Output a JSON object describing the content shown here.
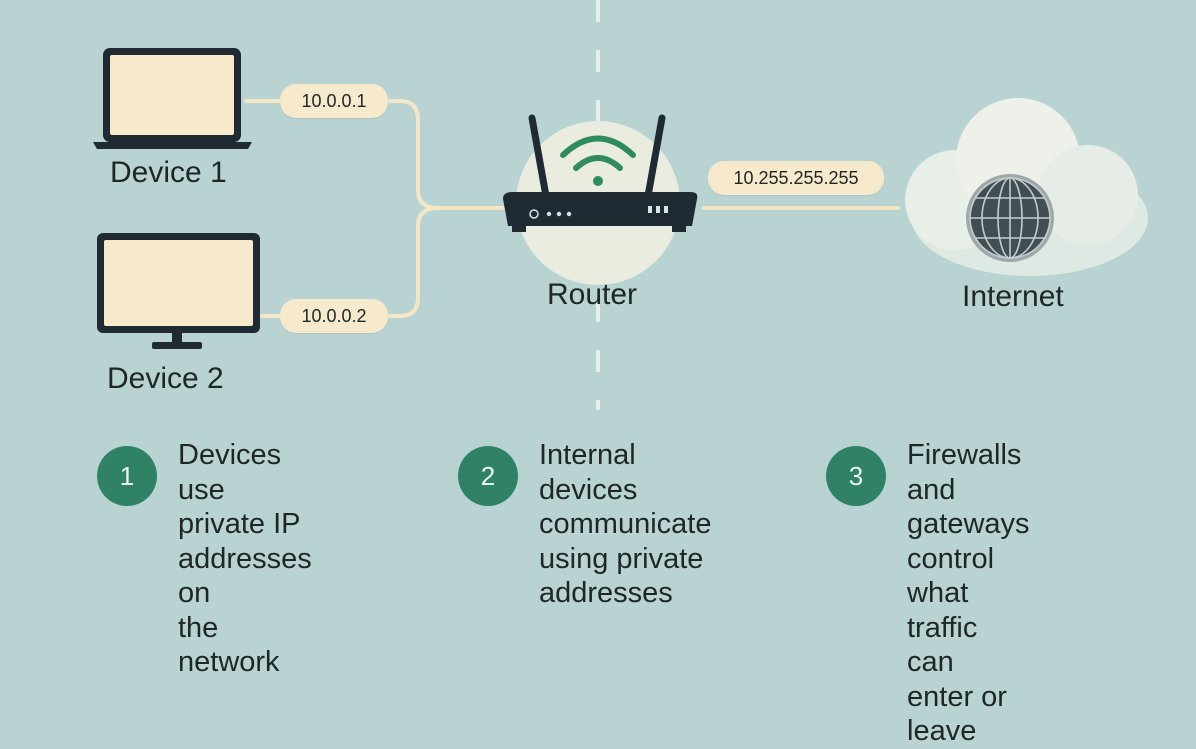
{
  "colors": {
    "background": "#b9d3d3",
    "accent": "#2f8266",
    "label_fill": "#f6e9cc",
    "connector": "#f3e7c9",
    "screen_fill": "#f6e9cc",
    "device_frame": "#1f2a33"
  },
  "devices": [
    {
      "label": "Device 1",
      "ip": "10.0.0.1",
      "icon": "laptop-icon"
    },
    {
      "label": "Device 2",
      "ip": "10.0.0.2",
      "icon": "monitor-icon"
    }
  ],
  "router": {
    "label": "Router",
    "icon": "wifi-router-icon"
  },
  "internet": {
    "label": "Internet",
    "icon": "cloud-globe-icon",
    "ip": "10.255.255.255"
  },
  "steps": [
    {
      "number": "1",
      "text": "Devices use\nprivate IP\naddresses on\nthe network"
    },
    {
      "number": "2",
      "text": "Internal devices\ncommunicate\nusing private\naddresses"
    },
    {
      "number": "3",
      "text": "Firewalls and\ngateways\ncontrol what\ntraffic can\nenter or leave"
    }
  ]
}
